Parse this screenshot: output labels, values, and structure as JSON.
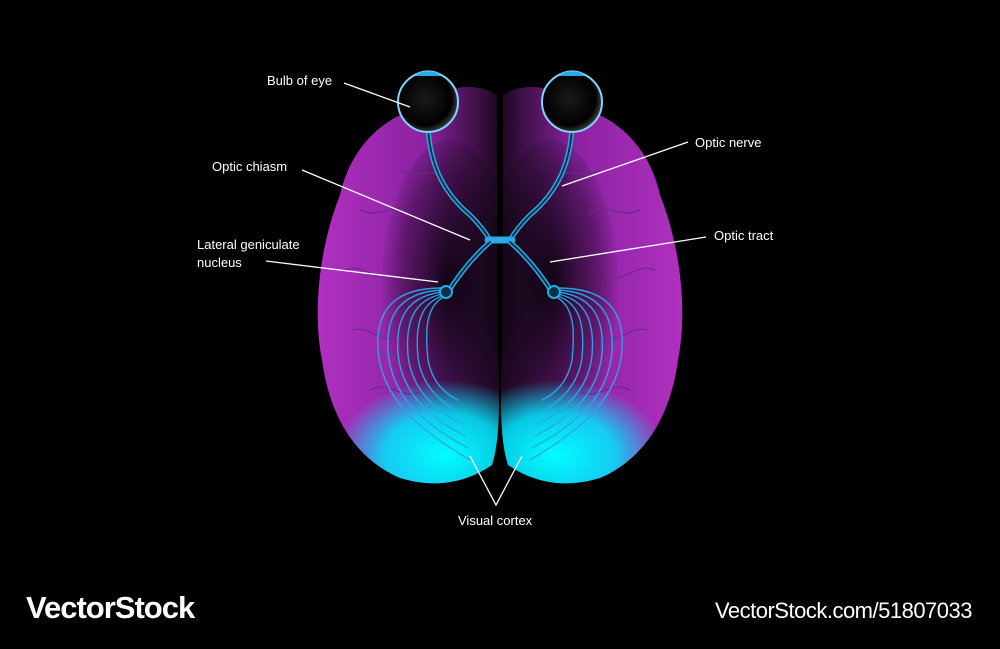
{
  "labels": {
    "bulb_of_eye": "Bulb of eye",
    "optic_chiasm": "Optic chiasm",
    "lgn_line1": "Lateral geniculate",
    "lgn_line2": "nucleus",
    "optic_nerve": "Optic nerve",
    "optic_tract": "Optic tract",
    "visual_cortex": "Visual cortex"
  },
  "watermark": {
    "logo": "VectorStock",
    "id": "VectorStock.com/51807033"
  },
  "colors": {
    "background": "#000000",
    "brain": "#a12ab0",
    "cortex_glow": "#00f0ff",
    "nerve": "#2aa9e8"
  }
}
